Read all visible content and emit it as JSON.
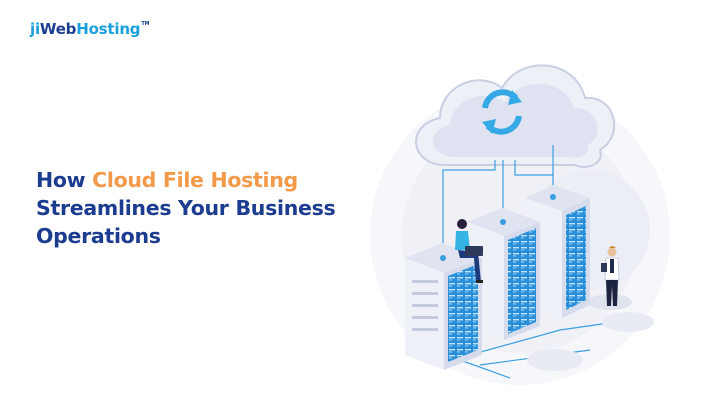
{
  "brand": {
    "part_ji": "ji",
    "part_web": "Web",
    "part_hosting": "Hosting",
    "trademark": "TM"
  },
  "headline": {
    "line1_start": "How ",
    "line1_accent": "Cloud File Hosting",
    "line2": "Streamlines Your Business",
    "line3": "Operations"
  },
  "colors": {
    "navy": "#1b3c8f",
    "sky": "#1aa0dc",
    "accent_orange": "#f39a4a",
    "server_blue": "#2a8fd8",
    "server_body": "#eef1f8"
  },
  "icons": [
    "cloud-icon",
    "sync-icon",
    "server-icon",
    "person-icon"
  ]
}
